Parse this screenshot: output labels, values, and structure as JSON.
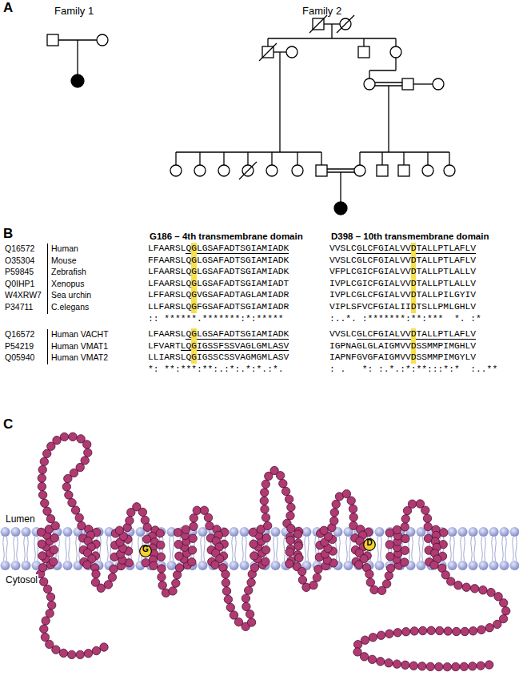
{
  "diagram": {
    "nodes": [
      {
        "text": [
          "G"
        ]
      },
      {
        "text": [
          "D"
        ]
      }
    ],
    "labels": [
      "A",
      "Family 1",
      "Family 2",
      "B",
      "G186 – 4th transmembrane domain",
      "D398 – 10th transmembrane domain",
      "Q16572",
      "Human",
      "LFAARSLQGLGSAFADTSGIAMIADK",
      "VVSLCGLCFGIALVVDTALLPTLAFLV",
      "O35304",
      "Mouse",
      "FFAARSLQGLGSAFADTSGIAMIADK",
      "VVSLCGLCFGIALVVDTALLPTLAFLV",
      "P59845",
      "Zebrafish",
      "LFAARSLQGLGSAFADTSGIAMIADK",
      "VFPLCGICFGIALVVDTALLPTLALLV",
      "Q0IHP1",
      "Xenopus",
      "LFAARSLQGLGSAFADTSGIAMIADT",
      "IVPLCGICFGIALVVDTALLPTLALLV",
      "W4XRW7",
      "Sea urchin",
      "LFFARSLQGVGSAFADTAGLAMIADR",
      "IVPLCGLCFGIALVVDTALLPILGYIV",
      "P34711",
      "C.elegans",
      "LLFARSLQGFGSAFADTSGIAMIADR",
      "VIPLSFVCFGIALIIDTSLLPMLGHLV",
      ":: ******.*******:*:*****",
      ":..*. :*******:**:***  *. :*",
      "Q16572",
      "Human VACHT",
      "LFAARSLQGLGSAFADTSGIAMIADK",
      "VVSLCGLCFGIALVVDTALLPTLAFLV",
      "P54219",
      "Human VMAT1",
      "LFVARTLQGIGSSFSSVAGLGMLASV",
      "IGPNAGLGLAIGMVVDSSMMPIMGHLV",
      "Q05940",
      "Human VMAT2",
      "LLIARSLQGIGSSCSSVAGMGMLASV",
      "IAPNFGVGFAIGMVVDSSMMPIMGYLV",
      "*: **:***:**:.:*:.*:*.:*.",
      ": .   *: :.*.:*:**:::*:*  :..**",
      "C",
      "Lumen",
      "Cytosol"
    ]
  }
}
